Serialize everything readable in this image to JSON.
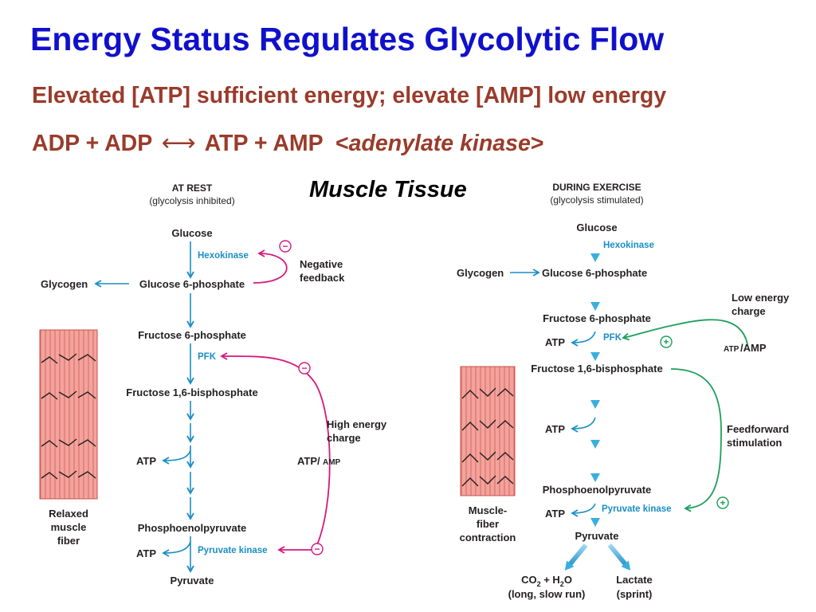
{
  "slide": {
    "title": "Energy Status Regulates Glycolytic Flow",
    "subtitle1": "Elevated [ATP] sufficient energy; elevate [AMP] low energy",
    "eq_left": "ADP + ADP",
    "eq_arrow": "⟷",
    "eq_right": "ATP + AMP",
    "eq_enzyme_open": "<",
    "eq_enzyme": "adenylate kinase",
    "eq_enzyme_close": ">",
    "center_label": "Muscle Tissue"
  },
  "rest_panel": {
    "header1": "AT REST",
    "header2": "(glycolysis inhibited)",
    "glucose": "Glucose",
    "hexokinase": "Hexokinase",
    "glycogen": "Glycogen",
    "g6p": "Glucose 6-phosphate",
    "neg_feedback1": "Negative",
    "neg_feedback2": "feedback",
    "minus": "−",
    "f6p": "Fructose 6-phosphate",
    "pfk": "PFK",
    "f16bp": "Fructose 1,6-bisphosphate",
    "high_energy1": "High energy",
    "high_energy2": "charge",
    "atp": "ATP",
    "atp_amp_big": "ATP/",
    "atp_amp_small": "AMP",
    "pep": "Phosphoenolpyruvate",
    "pyruvate_kinase": "Pyruvate kinase",
    "pyruvate": "Pyruvate",
    "fiber1": "Relaxed",
    "fiber2": "muscle",
    "fiber3": "fiber"
  },
  "exercise_panel": {
    "header1": "DURING EXERCISE",
    "header2": "(glycolysis stimulated)",
    "glucose": "Glucose",
    "hexokinase": "Hexokinase",
    "glycogen": "Glycogen",
    "g6p": "Glucose 6-phosphate",
    "low_energy1": "Low energy",
    "low_energy2": "charge",
    "f6p": "Fructose 6-phosphate",
    "atp": "ATP",
    "pfk": "PFK",
    "plus": "+",
    "atp_amp_small": "ATP",
    "atp_amp_big": "/AMP",
    "f16bp": "Fructose 1,6-bisphosphate",
    "feedforward1": "Feedforward",
    "feedforward2": "stimulation",
    "pep": "Phosphoenolpyruvate",
    "pyruvate_kinase": "Pyruvate kinase",
    "pyruvate": "Pyruvate",
    "co2_a": "CO",
    "co2_sub": "2",
    "co2_b": " + H",
    "h2o_sub": "2",
    "co2_c": "O",
    "co2_note": "(long, slow run)",
    "lactate": "Lactate",
    "lactate_note": "(sprint)",
    "fiber1": "Muscle-",
    "fiber2": "fiber",
    "fiber3": "contraction"
  },
  "colors": {
    "title": "#1010cc",
    "subtitle": "#9a3b2b",
    "pathway_arrow": "#1a8ec4",
    "inhibition": "#d6187d",
    "stimulation": "#1f9e5a",
    "fiber": "#ee8c86"
  }
}
